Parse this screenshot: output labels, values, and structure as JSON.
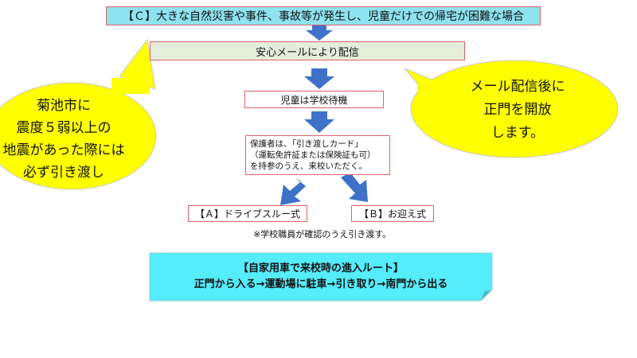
{
  "steps": {
    "top_condition": "【Ｃ】大きな自然災害や事件、事故等が発生し、児童だけでの帰宅が困難な場合",
    "mail": "安心メールにより配信",
    "wait": "児童は学校待機",
    "guardian_lines": [
      "保護者は、「引き渡しカード」",
      "（運転免許証または保険証も可）",
      "を持参のうえ、来校いただく。"
    ],
    "option_a": "【Ａ】ドライブスルー式",
    "option_b": "【Ｂ】お迎え式",
    "note": "※学校職員が確認のうえ引き渡す。"
  },
  "route": {
    "title": "【自家用車で来校時の進入ルート】",
    "path": "正門から入る→運動場に駐車→引き取り→南門から出る"
  },
  "bubbles": {
    "left_lines": [
      "菊池市に",
      "震度５弱以上の",
      "地震があった際には",
      "必ず引き渡し"
    ],
    "right_lines": [
      "メール配信後に",
      "正門を開放",
      "します。"
    ]
  },
  "colors": {
    "arrow": "#3d72c8",
    "bubble": "#ffff00",
    "top_fill": "#8ee3ef",
    "mail_fill": "#e3eedb",
    "route_fill": "#55ecfc",
    "box_border": "#e0606a"
  }
}
